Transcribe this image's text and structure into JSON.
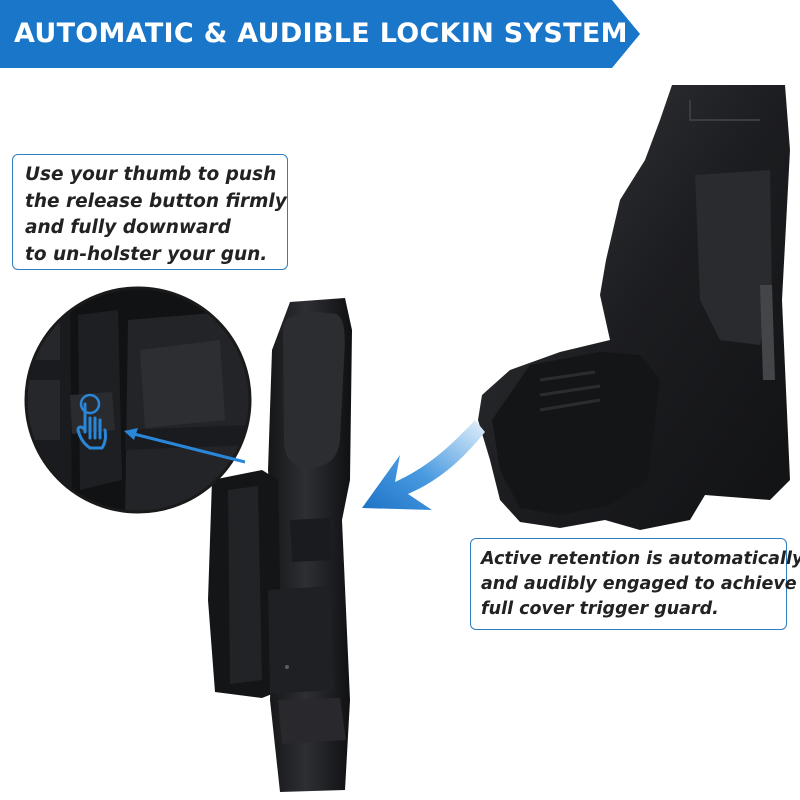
{
  "banner": {
    "title": "AUTOMATIC & AUDIBLE LOCKIN SYSTEM",
    "color": "#1976c9"
  },
  "callout_release": {
    "lines": [
      "Use your thumb to push",
      "the release button firmly",
      "and fully downward",
      "to un-holster your gun."
    ],
    "border_color": "#2c7fc4"
  },
  "callout_retention": {
    "lines": [
      "Active retention is automatically",
      "and audibly engaged to achieve",
      "full cover trigger guard."
    ],
    "border_color": "#2c7fc4"
  },
  "icons": [
    "thumb-press-icon",
    "pointer-arrow-icon",
    "callout-arrow-icon"
  ],
  "colors": {
    "accent": "#1976c9",
    "holster": "#1c1d1f",
    "arrow": "#2a86d8"
  }
}
